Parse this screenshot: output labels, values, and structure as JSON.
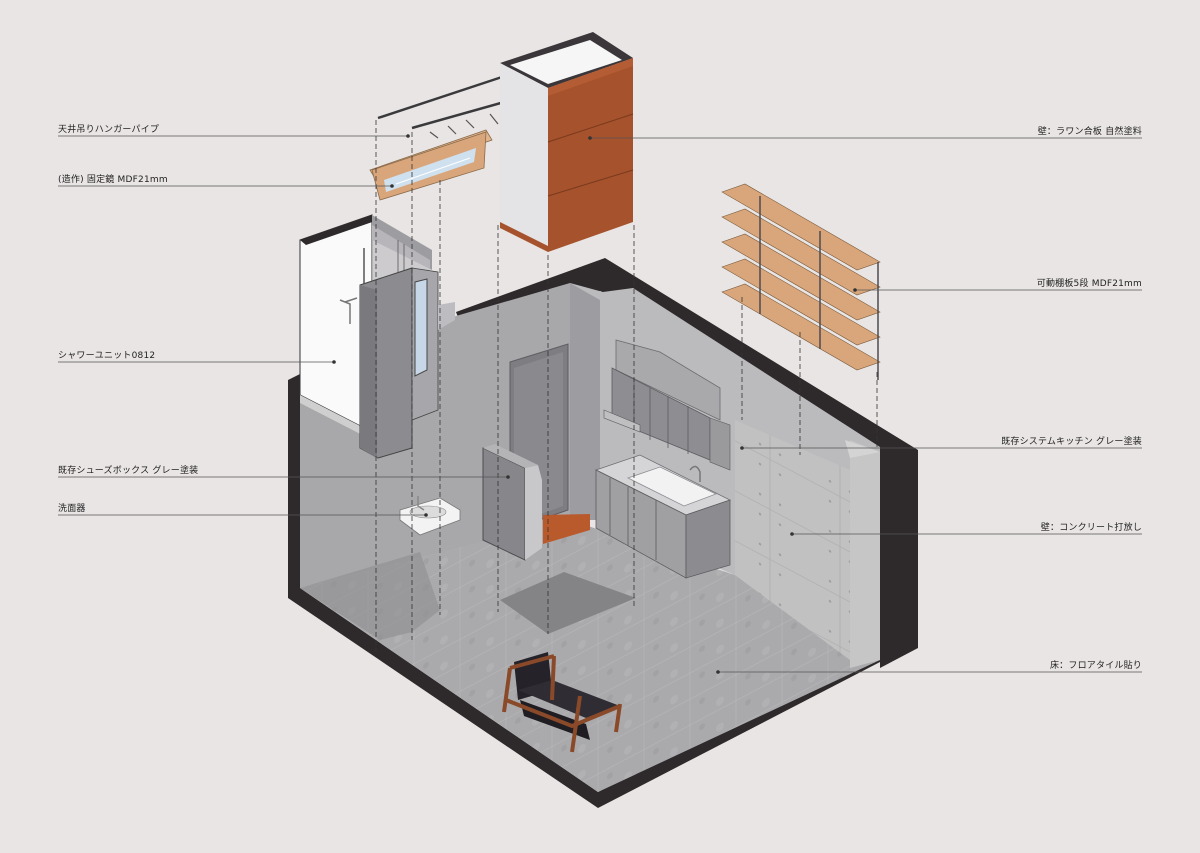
{
  "labels_left": [
    {
      "id": "hanger-pipe",
      "text": "天井吊りハンガーパイプ"
    },
    {
      "id": "mirror",
      "text": "(造作) 固定鏡  MDF21mm"
    },
    {
      "id": "shower-unit",
      "text": "シャワーユニット0812"
    },
    {
      "id": "shoe-box",
      "text": "既存シューズボックス  グレー塗装"
    },
    {
      "id": "wash-basin",
      "text": "洗面器"
    }
  ],
  "labels_right": [
    {
      "id": "lauan-wall",
      "text": "壁：ラワン合板 自然塗料"
    },
    {
      "id": "shelves",
      "text": "可動棚板5段  MDF21mm"
    },
    {
      "id": "kitchen",
      "text": "既存システムキッチン  グレー塗装"
    },
    {
      "id": "concrete-wall",
      "text": "壁：コンクリート打放し"
    },
    {
      "id": "floor",
      "text": "床：フロアタイル貼り"
    }
  ],
  "colors": {
    "background": "#e8e5e4",
    "outer_wall": "#2e2a2c",
    "floor": "#a9a9ab",
    "wall_light": "#b7b6b8",
    "wall_mid": "#9d9c9f",
    "lauan": "#a6522c",
    "shelf_wood": "#d9a67c",
    "leader": "#555555"
  }
}
